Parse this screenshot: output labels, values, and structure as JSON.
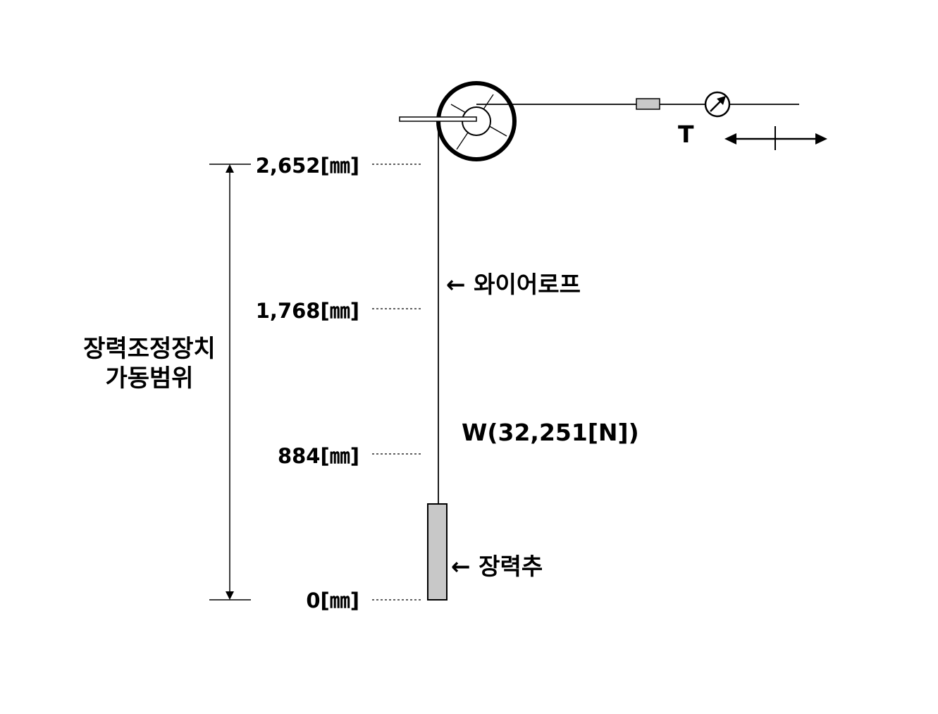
{
  "levels": [
    {
      "label": "2,652[㎜]"
    },
    {
      "label": "1,768[㎜]"
    },
    {
      "label": "884[㎜]"
    },
    {
      "label": "0[㎜]"
    }
  ],
  "range_label": {
    "line1": "장력조정장치",
    "line2": "가동범위"
  },
  "wire_rope_label": "← 와이어로프",
  "weight_label": "W(32,251[N])",
  "tension_weight_label": "← 장력추",
  "tension_label": "T",
  "colors": {
    "weight_fill": "#c8c8c8",
    "stroke": "#000000"
  }
}
